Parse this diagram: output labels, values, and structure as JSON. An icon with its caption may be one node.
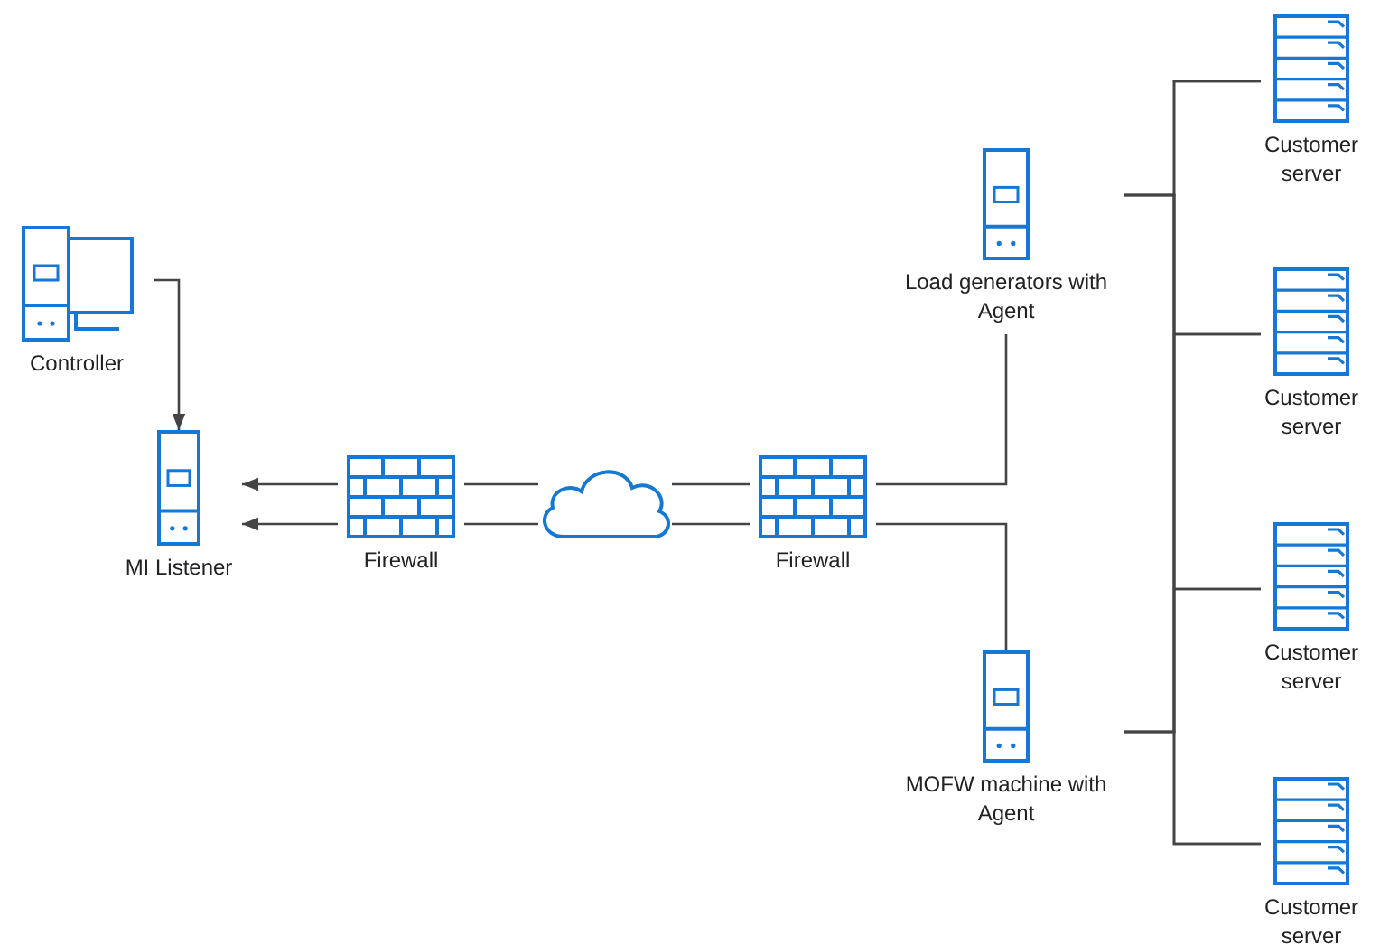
{
  "diagram": {
    "nodes": [
      {
        "text": [
          "Controller"
        ]
      },
      {
        "text": [
          "MI Listener"
        ]
      },
      {
        "text": [
          "Firewall"
        ]
      },
      {
        "text": [],
        "shape": "cloud"
      },
      {
        "text": [
          "Firewall"
        ]
      },
      {
        "text": [
          "Load generators with Agent"
        ]
      },
      {
        "text": [
          "MOFW machine with Agent"
        ]
      },
      {
        "text": [
          "Customer server"
        ]
      },
      {
        "text": [
          "Customer server"
        ]
      },
      {
        "text": [
          "Customer server"
        ]
      },
      {
        "text": [
          "Customer server"
        ]
      }
    ],
    "edges": [
      {
        "from": 0,
        "to": 1,
        "arrow": "to"
      },
      {
        "from": 2,
        "to": 1,
        "arrow": "to"
      },
      {
        "from": 2,
        "to": 1,
        "arrow": "to"
      },
      {
        "from": 3,
        "to": 2,
        "arrow": "none"
      },
      {
        "from": 3,
        "to": 2,
        "arrow": "none"
      },
      {
        "from": 4,
        "to": 3,
        "arrow": "none"
      },
      {
        "from": 4,
        "to": 3,
        "arrow": "none"
      },
      {
        "from": 4,
        "to": 5,
        "arrow": "none"
      },
      {
        "from": 4,
        "to": 6,
        "arrow": "none"
      },
      {
        "from": 5,
        "to": 7,
        "arrow": "none"
      },
      {
        "from": 5,
        "to": 8,
        "arrow": "none"
      },
      {
        "from": 5,
        "to": 9,
        "arrow": "none"
      },
      {
        "from": 5,
        "to": 10,
        "arrow": "none"
      },
      {
        "from": 6,
        "to": 7,
        "arrow": "none"
      },
      {
        "from": 6,
        "to": 8,
        "arrow": "none"
      },
      {
        "from": 6,
        "to": 9,
        "arrow": "none"
      },
      {
        "from": 6,
        "to": 10,
        "arrow": "none"
      }
    ]
  }
}
